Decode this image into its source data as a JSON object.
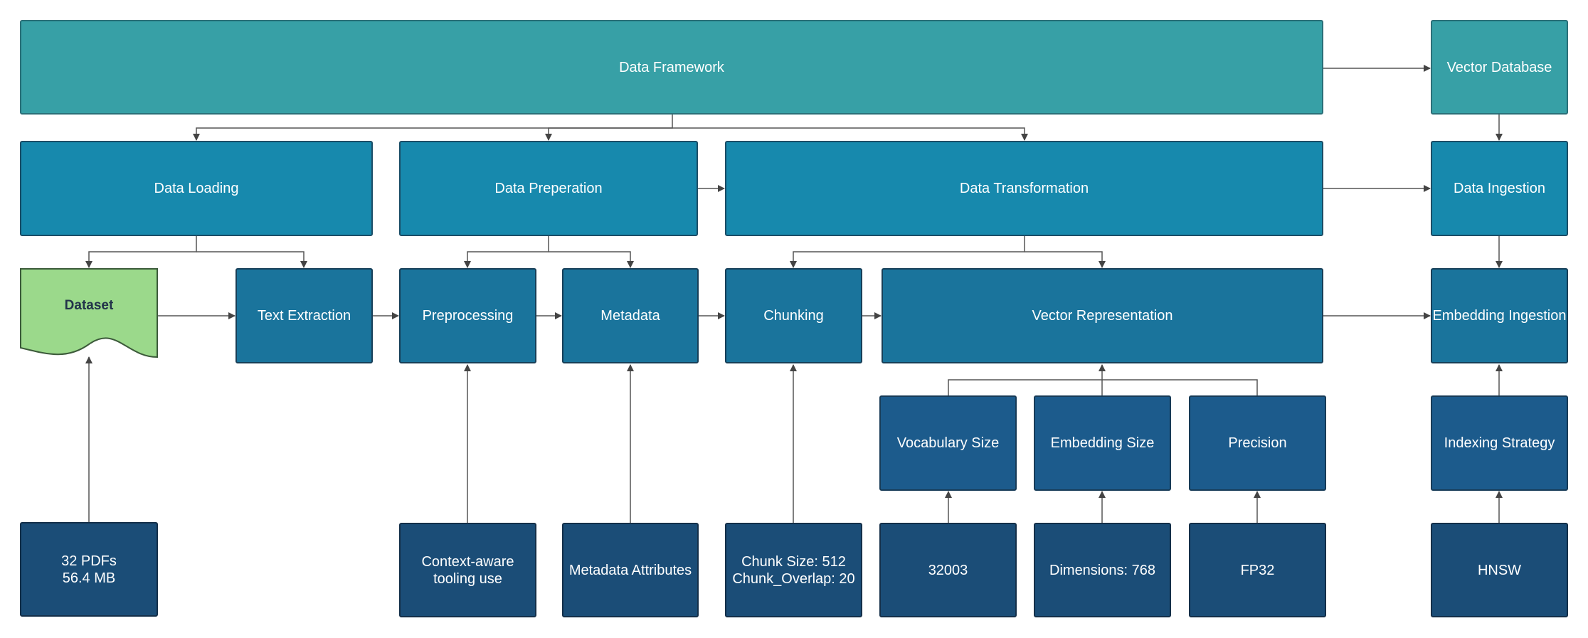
{
  "colors": {
    "teal": "#37a0a6",
    "level1": "#1789ad",
    "level2": "#1a749c",
    "level3": "#1c5b8c",
    "level4": "#1b4d77",
    "dataset": "#9bd98b",
    "connector": "#555555"
  },
  "nodes": {
    "data_framework": "Data Framework",
    "vector_database": "Vector Database",
    "data_loading": "Data Loading",
    "data_preperation": "Data Preperation",
    "data_transformation": "Data Transformation",
    "data_ingestion": "Data Ingestion",
    "dataset": "Dataset",
    "text_extraction": "Text Extraction",
    "preprocessing": "Preprocessing",
    "metadata": "Metadata",
    "chunking": "Chunking",
    "vector_representation": "Vector Representation",
    "embedding_ingestion": "Embedding Ingestion",
    "vocabulary_size": "Vocabulary Size",
    "embedding_size": "Embedding Size",
    "precision": "Precision",
    "indexing_strategy": "Indexing Strategy",
    "pdfs": "32 PDFs\n56.4 MB",
    "context_aware": "Context-aware\ntooling use",
    "metadata_attributes": "Metadata Attributes",
    "chunk_params": "Chunk Size: 512\nChunk_Overlap: 20",
    "vocab_value": "32003",
    "dimensions": "Dimensions: 768",
    "fp32": "FP32",
    "hnsw": "HNSW"
  }
}
